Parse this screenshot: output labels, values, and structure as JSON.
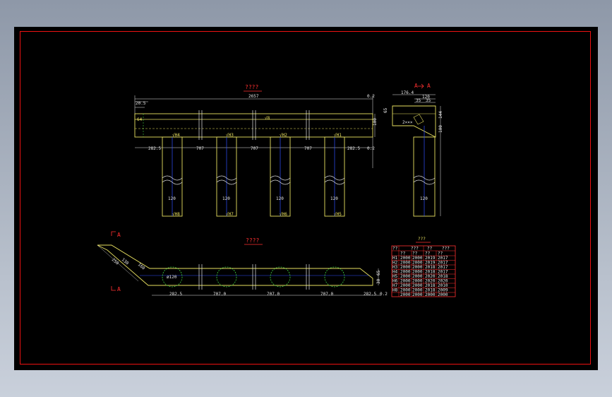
{
  "colors": {
    "frame": "#e11111",
    "outline": "#e8e060",
    "dimension": "#e6e6e6",
    "centerline": "#3050ff",
    "hatch": "#40d040",
    "title": "#ff3030"
  },
  "elevation": {
    "title": "????",
    "total_length": "2657",
    "left_tag": "20.5",
    "right_tag_top": "0.2",
    "right_tag_bottom": "0.2",
    "left_side_dim": "64",
    "beam_label": "√8",
    "cap_height": "100",
    "cap_width": "120",
    "bottom_dims": [
      "282.5",
      "707",
      "707",
      "707",
      "282.5"
    ],
    "pile_top_labels": [
      "√H4",
      "√H3",
      "√H2",
      "√H1"
    ],
    "pile_bottom_labels": [
      "√H8",
      "√H7",
      "√H6",
      "√H5"
    ],
    "pile_diameters": [
      "120",
      "120",
      "120",
      "120"
    ]
  },
  "section": {
    "arrow_label_left": "A",
    "arrow_label_right": "A",
    "top_dim": "176.4",
    "dim_a": "120",
    "dim_b": "35",
    "dim_c": "35",
    "side_dim_1": "144",
    "side_dim_2": "100",
    "left_dim": "65",
    "hatch_label": "2×××",
    "pile_diameter": "120"
  },
  "plan": {
    "title": "????",
    "section_mark_top": "A",
    "section_mark_bottom": "A",
    "left_dims": [
      "250",
      "130",
      "160"
    ],
    "right_dims": [
      "65",
      "30"
    ],
    "bottom_dims": [
      "282.5",
      "707.0",
      "707.0",
      "707.0",
      "282.5"
    ],
    "right_tag": "0.2",
    "pile_label": "ø120"
  },
  "table": {
    "title": "???",
    "header_row1": [
      "??",
      "???",
      "??",
      "???"
    ],
    "header_row2": [
      "",
      "??",
      "??",
      "??",
      "??"
    ],
    "rows": [
      [
        "H1",
        "2000",
        "2000",
        "2019",
        "2017"
      ],
      [
        "H2",
        "2000",
        "2000",
        "2019",
        "2017"
      ],
      [
        "H3",
        "2000",
        "2000",
        "2018",
        "2017"
      ],
      [
        "H4",
        "2000",
        "2000",
        "2018",
        "2017"
      ],
      [
        "H5",
        "2000",
        "2000",
        "2020",
        "2018"
      ],
      [
        "H6",
        "2000",
        "2000",
        "2020",
        "2020"
      ],
      [
        "H7",
        "2000",
        "2000",
        "2018",
        "2010"
      ],
      [
        "H8",
        "2000",
        "2000",
        "2018",
        "2009"
      ],
      [
        "",
        "2000",
        "2000",
        "2000",
        "2000"
      ]
    ]
  }
}
